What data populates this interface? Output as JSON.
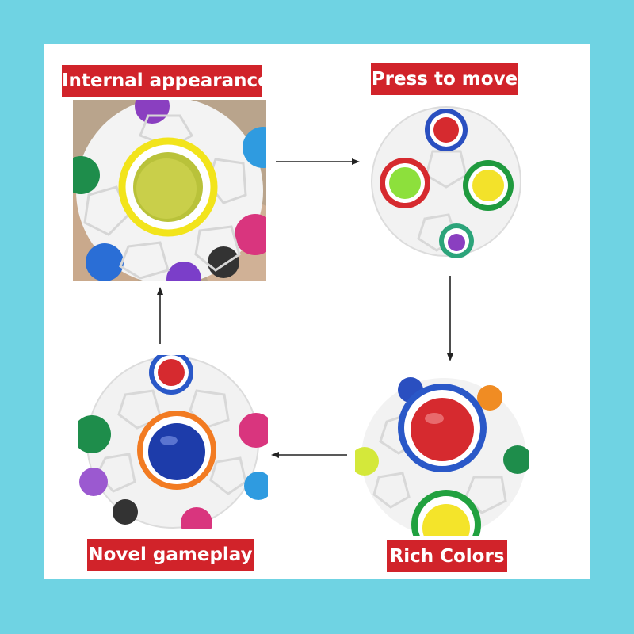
{
  "labels": {
    "internal": "Internal appearance",
    "press": "Press to move",
    "rich": "Rich Colors",
    "novel": "Novel gameplay"
  },
  "colors": {
    "frame": "#6fd3e3",
    "panel": "#ffffff",
    "label_bg": "#d1232a",
    "label_text": "#ffffff",
    "ball_shell": "#f2f2f2",
    "arrow": "#222222"
  },
  "images": {
    "internal": "rainbow puzzle ball held in hand with one cup removed showing yellow-green inner core",
    "press": "white rainbow puzzle ball with red, green, yellow and blue balls in colored rings",
    "rich": "white rainbow puzzle ball with red ball in blue ring and yellow ball in green ring",
    "novel": "white rainbow puzzle ball with blue ball in orange ring and red ball on top"
  }
}
